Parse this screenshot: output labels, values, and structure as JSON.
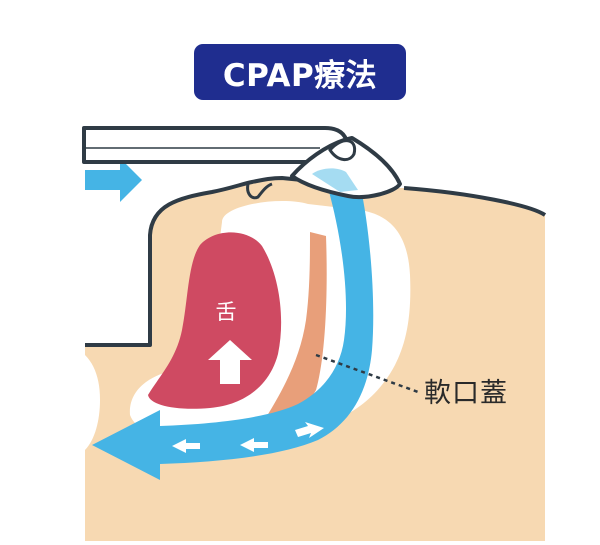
{
  "title": "CPAP療法",
  "labels": {
    "tongue": "舌",
    "soft_palate": "軟口蓋"
  },
  "colors": {
    "title_bg": "#1f2d8f",
    "skin": "#f7d9b2",
    "outline": "#2f3b45",
    "airflow": "#45b4e5",
    "tongue": "#cf4a62",
    "soft_palate": "#e89f7a",
    "airway": "#ffffff"
  },
  "icons": [
    "airflow-arrow-icon",
    "upward-arrow-icon",
    "cpap-mask-icon"
  ]
}
